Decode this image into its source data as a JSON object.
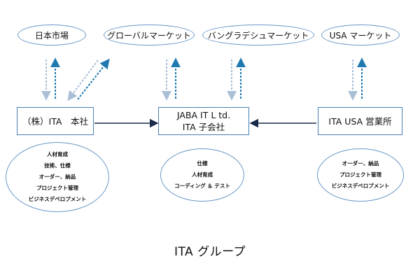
{
  "markets": [
    {
      "label": "日本市場"
    },
    {
      "label": "グローバルマーケット"
    },
    {
      "label": "バングラデシュマーケット"
    },
    {
      "label": "USA マーケット"
    }
  ],
  "entities": {
    "hq": {
      "label": "（株）ITA　本社"
    },
    "subsidiary": {
      "line1": "JABA IT L td.",
      "line2": "ITA 子会社"
    },
    "usa_office": {
      "label": "ITA USA 営業所"
    }
  },
  "roles": {
    "hq": [
      "人材育成",
      "技術、仕様",
      "オーダー、納品",
      "プロジェクト管理",
      "ビジネスデベロプメント"
    ],
    "subsidiary": [
      "仕様",
      "人材育成",
      "コーディング ＆ テスト"
    ],
    "usa_office": [
      "オーダー、納品",
      "プロジェクト管理",
      "ビジネスデベロプメント"
    ]
  },
  "footer": {
    "title": "ITA グループ"
  },
  "colors": {
    "ellipse_border": "#6a97c6",
    "box_border": "#4a7fb5",
    "arrow_gray": "#a9bfd6",
    "arrow_blue": "#1f7ab0",
    "connector": "#1a2a4a"
  }
}
